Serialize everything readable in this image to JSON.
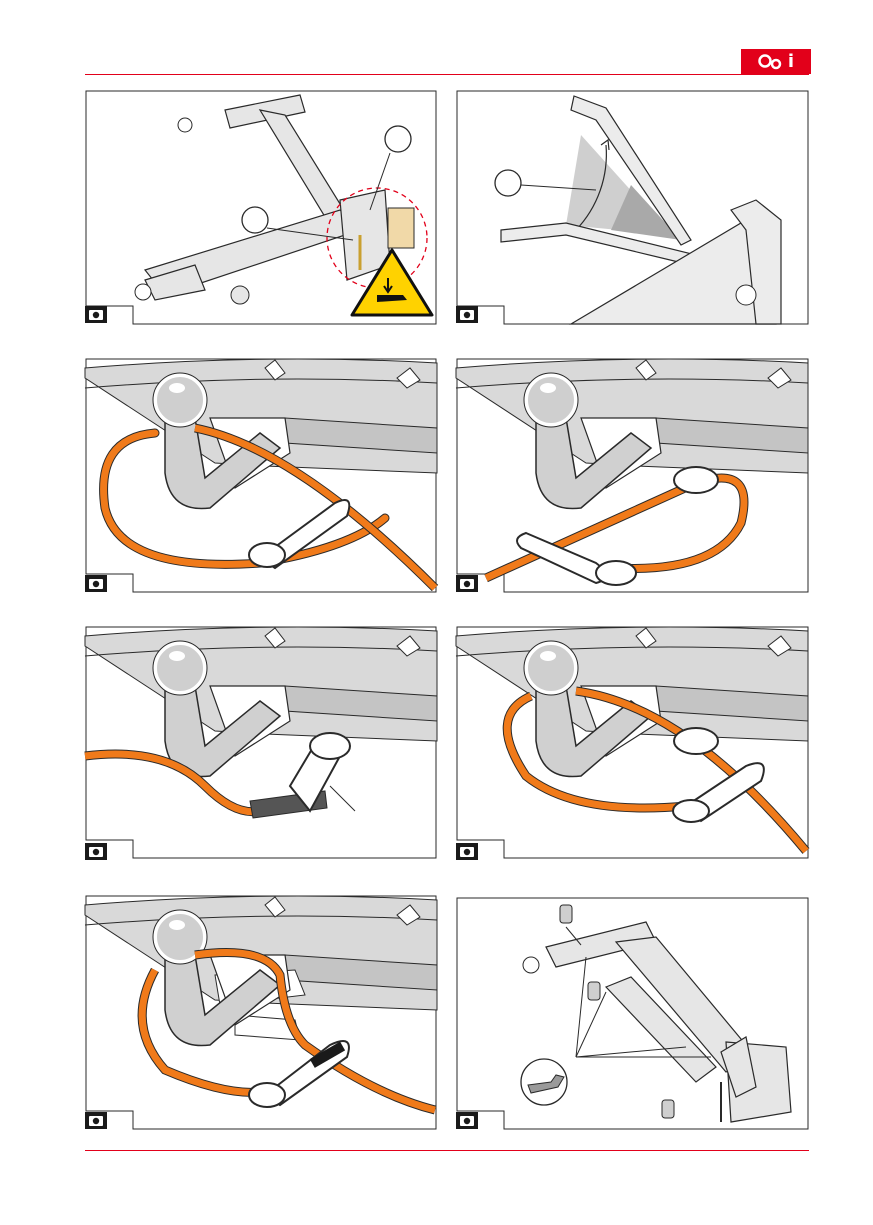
{
  "colors": {
    "accent": "#e2001a",
    "strap": "#f07a1a",
    "steel": "#d8d8d8",
    "steel_dark": "#9a9a9a",
    "outline": "#2a2a2a",
    "warning_yellow": "#ffd200"
  },
  "header": {
    "badge_icons": [
      "two-circles-icon",
      "info-icon"
    ],
    "badge_text": "i"
  },
  "panels": [
    {
      "id": "p1",
      "caption_icon": "camera-icon",
      "callouts": 2
    },
    {
      "id": "p2",
      "caption_icon": "camera-icon",
      "callouts": 1
    },
    {
      "id": "p3",
      "caption_icon": "camera-icon",
      "callouts": 0
    },
    {
      "id": "p4",
      "caption_icon": "camera-icon",
      "callouts": 0
    },
    {
      "id": "p5",
      "caption_icon": "camera-icon",
      "callouts": 1
    },
    {
      "id": "p6",
      "caption_icon": "camera-icon",
      "callouts": 0
    },
    {
      "id": "p7",
      "caption_icon": "camera-icon",
      "callouts": 0
    },
    {
      "id": "p8",
      "caption_icon": "camera-icon",
      "callouts": 4
    }
  ]
}
